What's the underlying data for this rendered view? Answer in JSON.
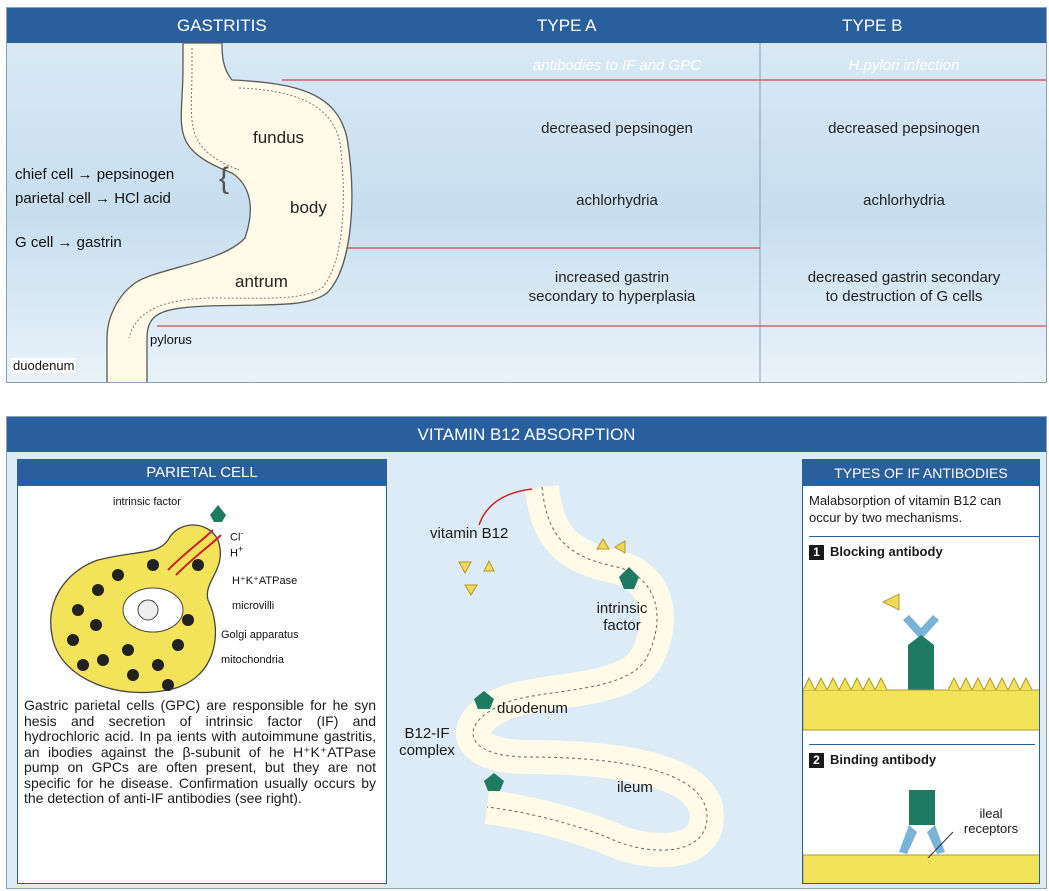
{
  "gastritis": {
    "header": {
      "title": "GASTRITIS",
      "type_a": "TYPE A",
      "type_b": "TYPE B"
    },
    "type_a": {
      "cause": "antibodies to IF and GPC",
      "pepsinogen": "decreased pepsinogen",
      "acid": "achlorhydria",
      "gastrin_line1": "increased gastrin",
      "gastrin_line2": "secondary to hyperplasia"
    },
    "type_b": {
      "cause": "H.pylori infection",
      "pepsinogen": "decreased pepsinogen",
      "acid": "achlorhydria",
      "gastrin_line1": "decreased gastrin secondary",
      "gastrin_line2": "to destruction of G cells"
    },
    "stomach": {
      "fundus": "fundus",
      "body": "body",
      "antrum": "antrum",
      "pylorus": "pylorus",
      "duodenum": "duodenum"
    },
    "cells": {
      "chief": "chief cell → pepsinogen",
      "parietal": "parietal cell → HCl acid",
      "g_cell": "G cell → gastrin"
    }
  },
  "absorption": {
    "title": "VITAMIN B12 ABSORPTION",
    "parietal_cell": {
      "title": "PARIETAL CELL",
      "labels": {
        "intrinsic_factor": "intrinsic factor",
        "cl": "Cl",
        "h": "H",
        "atpase": "H⁺K⁺ATPase",
        "microvilli": "microvilli",
        "golgi": "Golgi apparatus",
        "mitochondria": "mitochondria"
      },
      "description": "Gastric parietal cells (GPC) are responsible for he syn hesis and secretion of intrinsic factor (IF) and hydrochloric acid. In pa ients with autoimmune gastritis, an ibodies against the β-subunit of he H⁺K⁺ATPase pump on GPCs are often present, but they are not specific for he disease. Confirmation usually occurs by the detection of anti-IF antibodies (see right)."
    },
    "gut": {
      "vitamin_b12": "vitamin B12",
      "intrinsic_factor_line1": "intrinsic",
      "intrinsic_factor_line2": "factor",
      "duodenum": "duodenum",
      "complex_line1": "B12-IF",
      "complex_line2": "complex",
      "ileum": "ileum"
    },
    "antibodies": {
      "title": "TYPES OF IF ANTIBODIES",
      "intro": "Malabsorption of vitamin B12 can occur by two mechanisms.",
      "blocking_num": "1",
      "blocking": "Blocking antibody",
      "binding_num": "2",
      "binding": "Binding antibody",
      "ileal_line1": "ileal",
      "ileal_line2": "receptors"
    }
  },
  "colors": {
    "header_blue": "#2a5f9e",
    "divider_red": "#c8222a",
    "antibody_green": "#1f7a62",
    "antigen_yellow": "#f2d85a",
    "receptor_blue": "#79b3d6",
    "cell_yellow": "#f2e35a"
  }
}
